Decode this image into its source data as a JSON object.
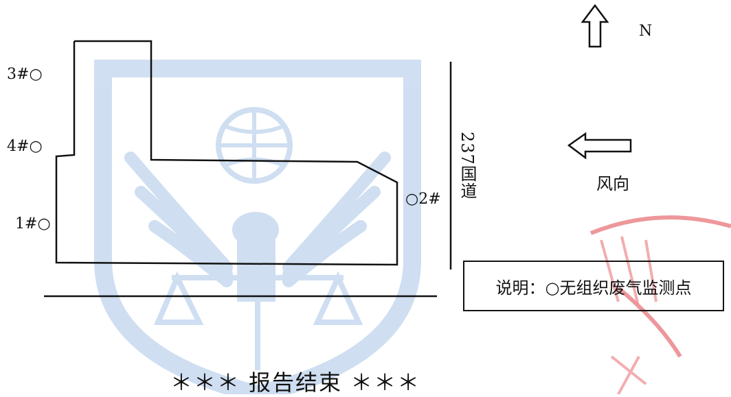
{
  "points": [
    {
      "id": "2#",
      "marker": "○"
    },
    {
      "id": "3#",
      "marker": "○"
    },
    {
      "id": "4#",
      "marker": "○"
    },
    {
      "id": "1#",
      "marker": "○"
    }
  ],
  "road_label": "237国道",
  "north_label": "N",
  "wind_label": "风向",
  "legend_text": "说明：○无组织废气监测点",
  "footer_text": "＊＊＊ 报告结束 ＊＊＊",
  "colors": {
    "line": "#111111",
    "watermark": "#a9c4e6",
    "seal": "#e0434a"
  }
}
